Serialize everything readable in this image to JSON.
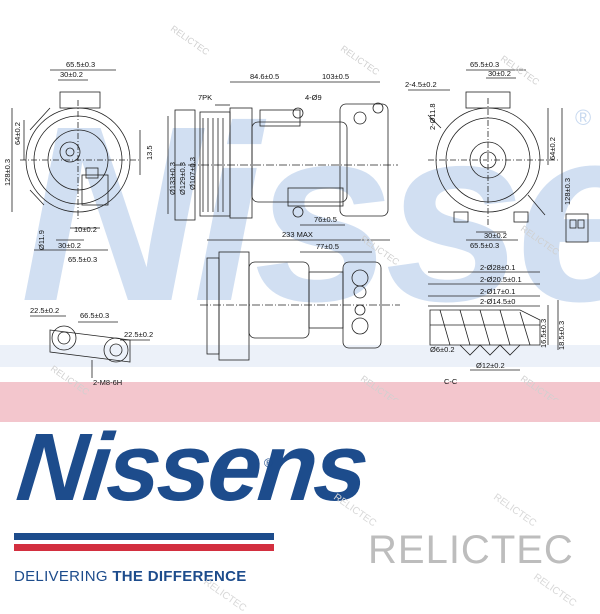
{
  "diagram": {
    "dims": {
      "d1": "65.5±0.3",
      "d2": "30±0.2",
      "d3": "84.6±0.5",
      "d4": "103±0.5",
      "d5": "7PK",
      "d6": "4-Ø9",
      "d7": "2-4.5±0.2",
      "d8": "65.5±0.3",
      "d9": "30±0.2",
      "d10": "128±0.3",
      "d11": "64±0.2",
      "d12": "13.5",
      "d13": "Ø133±0.3",
      "d14": "Ø129±0.3",
      "d15": "Ø107±0.3",
      "d16": "76±0.5",
      "d17": "2-Ø11.8",
      "d18": "Ø11.9",
      "d19": "10±0.2",
      "d20": "30±0.2",
      "d21": "65.5±0.3",
      "d22": "233 MAX",
      "d23": "77±0.5",
      "d24": "22.5±0.2",
      "d25": "66.5±0.3",
      "d26": "22.5±0.2",
      "d27": "2-M8-6H",
      "d28": "2-Ø28±0.1",
      "d29": "2-Ø20.5±0.1",
      "d30": "2-Ø17±0.1",
      "d31": "2-Ø14.5±0",
      "d32": "16.5±0.3",
      "d33": "18.5±0.3",
      "d34": "Ø6±0.2",
      "d35": "Ø12±0.2",
      "d36": "C-C",
      "d37": "128±0.3",
      "d38": "64±0.2",
      "d39": "30±0.2",
      "d40": "65.5±0.3"
    }
  },
  "watermark": {
    "large_text": "Nissens",
    "reg": "®",
    "small_text": "RELICTEC"
  },
  "brand": {
    "name": "Nissens",
    "reg": "®",
    "tagline_plain": "DELIVERING ",
    "tagline_bold": "THE DIFFERENCE"
  },
  "partner": {
    "name": "RELICTEC"
  },
  "colors": {
    "brand_blue": "#1d4c8c",
    "brand_red": "#d32f3f",
    "watermark_blue": "#c9daf0",
    "pink_band": "#f3c6cd",
    "relictec_grey": "#bdbdbd"
  }
}
